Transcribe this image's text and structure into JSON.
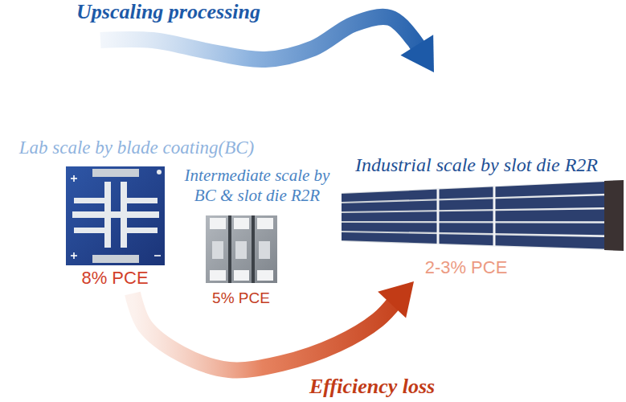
{
  "diagram": {
    "nodes": [
      {
        "text": [
          "Lab scale by blade coating(BC)",
          "8% PCE"
        ]
      },
      {
        "text": [
          "Intermediate scale by BC & slot die R2R",
          "5% PCE"
        ]
      },
      {
        "text": [
          "Industrial scale by slot die R2R",
          "2-3% PCE"
        ]
      }
    ],
    "edges": [
      {
        "from": 0,
        "to": 2,
        "arrow": "to",
        "label": "Upscaling processing"
      },
      {
        "from": 0,
        "to": 2,
        "arrow": "to",
        "label": "Efficiency loss"
      }
    ]
  }
}
